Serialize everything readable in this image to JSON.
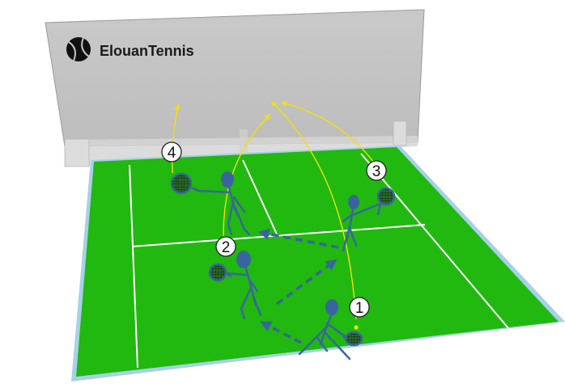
{
  "brand": {
    "name": "ElouanTennis",
    "icon": "tennis-ball-icon"
  },
  "drill": {
    "steps": [
      {
        "number": "1"
      },
      {
        "number": "2"
      },
      {
        "number": "3"
      },
      {
        "number": "4"
      }
    ]
  },
  "colors": {
    "court": "#21b80f",
    "court_border": "#a8d0e8",
    "court_lines": "#ffffff",
    "wall": "#c6c6c6",
    "ball_path": "#f2e200",
    "player": "#3a64a0",
    "movement_arrow": "#3a64a0"
  }
}
